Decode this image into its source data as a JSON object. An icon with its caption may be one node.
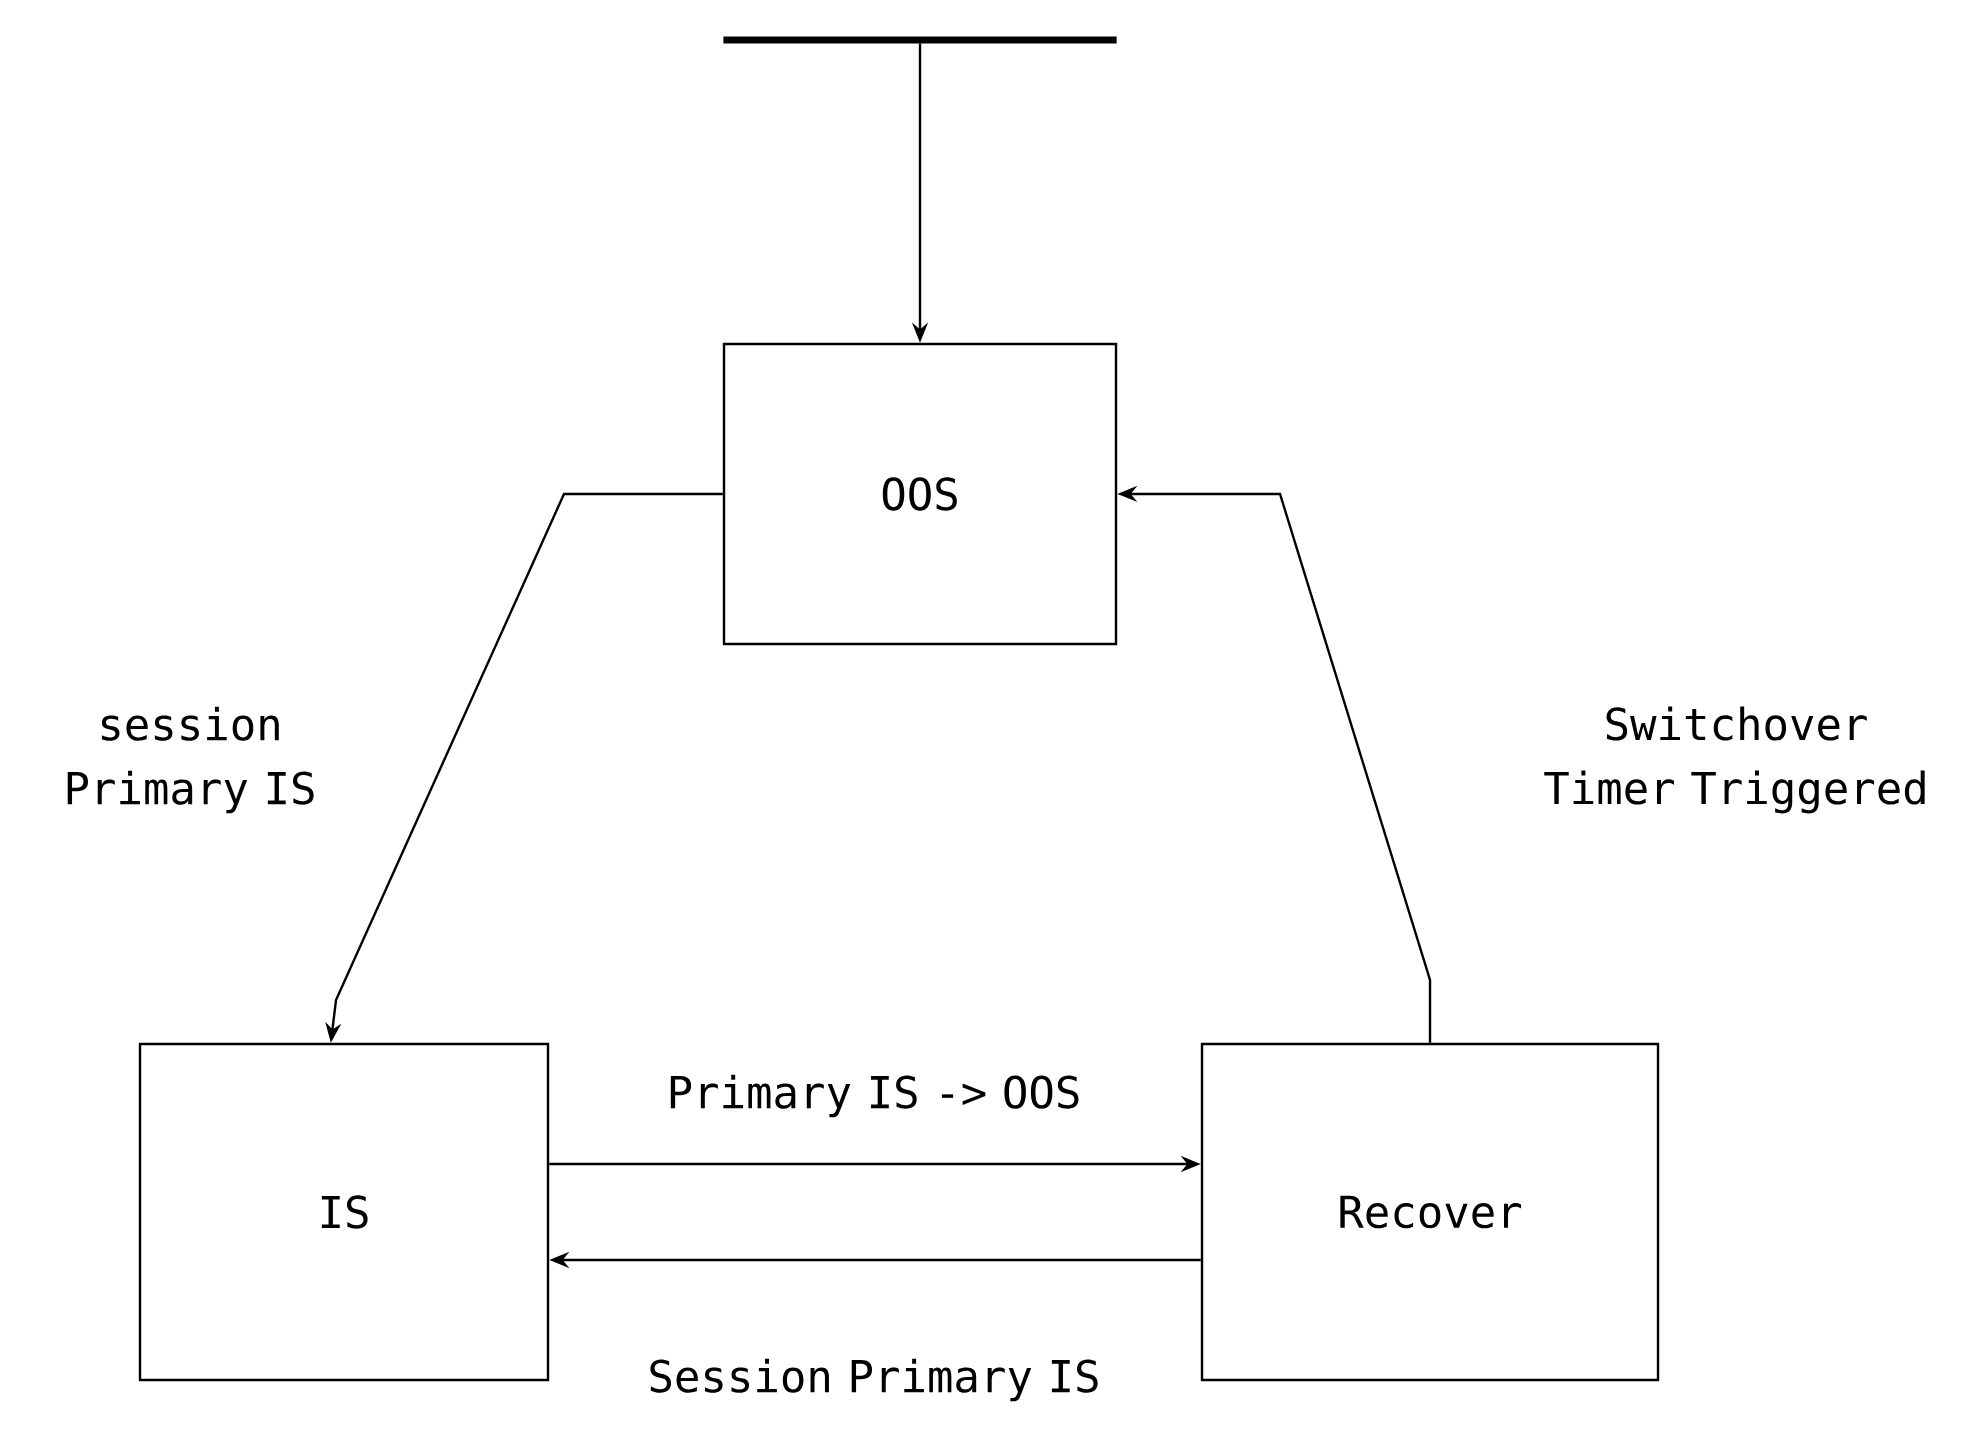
{
  "diagram": {
    "nodes": [
      {
        "text": [],
        "shape": "bar"
      },
      {
        "text": [
          "OOS"
        ]
      },
      {
        "text": [
          "IS"
        ]
      },
      {
        "text": [
          "Recover"
        ]
      }
    ],
    "edges": [
      {
        "from": 0,
        "to": 1,
        "arrow": "to"
      },
      {
        "from": 1,
        "to": 2,
        "arrow": "to",
        "label": "session Primary IS"
      },
      {
        "from": 3,
        "to": 1,
        "arrow": "to",
        "label": "Switchover Timer Triggered"
      },
      {
        "from": 2,
        "to": 3,
        "arrow": "to",
        "label": "Primary IS -> OOS"
      },
      {
        "from": 3,
        "to": 2,
        "arrow": "to",
        "label": "Session Primary IS"
      }
    ]
  }
}
